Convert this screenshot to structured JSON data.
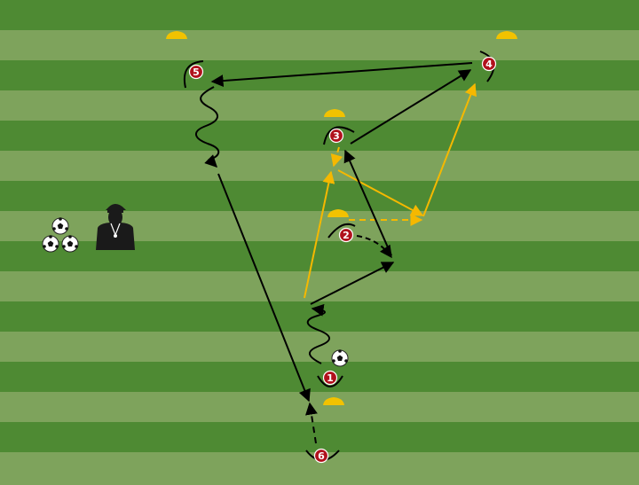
{
  "colors": {
    "grass_dark": "#4e8a33",
    "grass_light": "#7ea35c",
    "pass_line": "#000000",
    "run_line": "#f5b800",
    "cone": "#f2c200",
    "player_marker": "#b0111c",
    "player_number": "#ffffff",
    "coach": "#1a1a1a"
  },
  "legend_icons": {
    "cone": "cone-icon",
    "ball": "soccer-ball-icon",
    "coach": "coach-icon",
    "player": "player-marker-icon"
  },
  "players": [
    {
      "number": "1"
    },
    {
      "number": "2"
    },
    {
      "number": "3"
    },
    {
      "number": "4"
    },
    {
      "number": "5"
    },
    {
      "number": "6"
    }
  ]
}
